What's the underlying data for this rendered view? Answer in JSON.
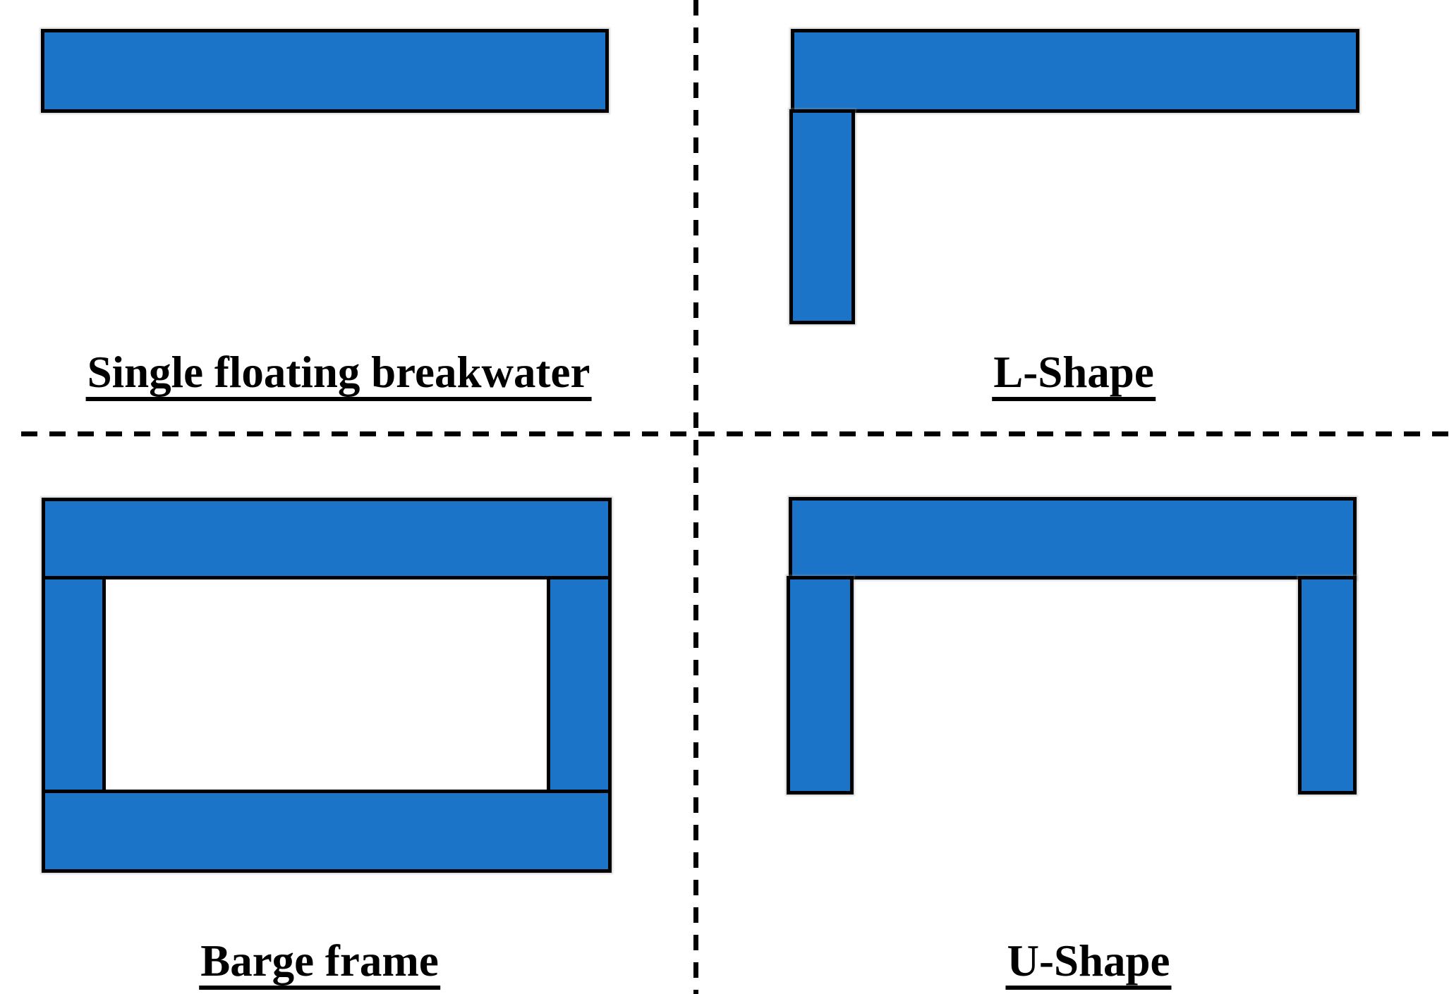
{
  "figure": {
    "background_color": "#FFFFFF",
    "shape_fill_color": "#1B74C8",
    "shape_border_color": "#000000",
    "divider_color": "#000000",
    "divider_style": "dashed"
  },
  "quadrants": [
    {
      "name": "single-floating-breakwater",
      "label": "Single floating breakwater"
    },
    {
      "name": "l-shape",
      "label": "L-Shape"
    },
    {
      "name": "barge-frame",
      "label": "Barge frame"
    },
    {
      "name": "u-shape",
      "label": "U-Shape"
    }
  ]
}
